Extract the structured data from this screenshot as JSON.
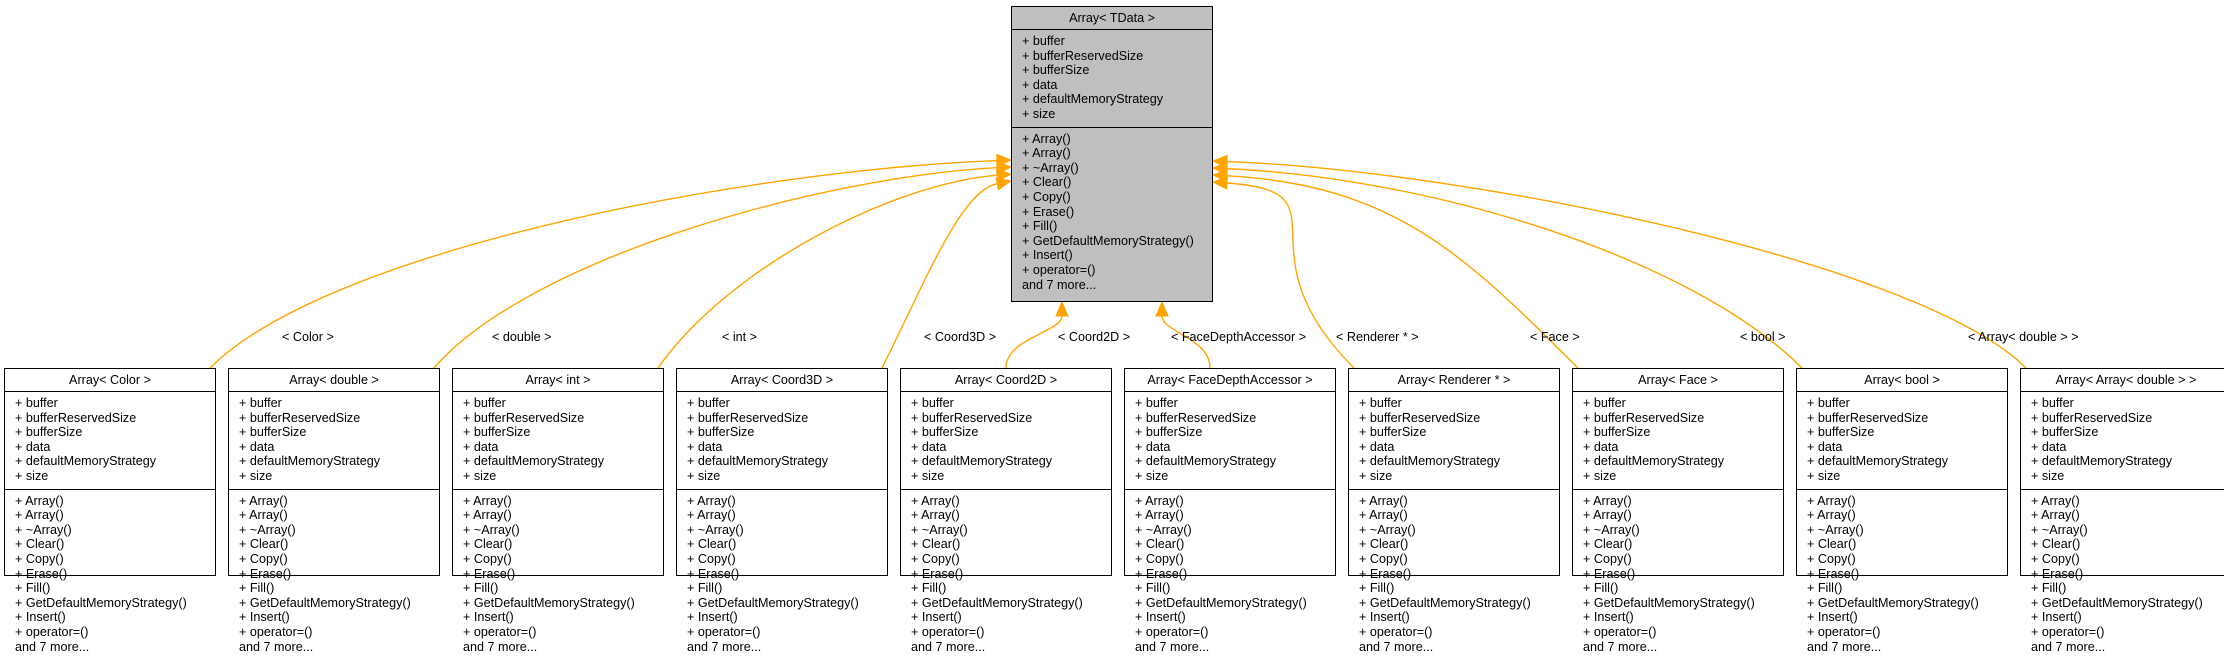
{
  "colors": {
    "edge": "#ffa500",
    "base_fill": "#bfbfbf",
    "node_fill": "#ffffff",
    "border": "#000000"
  },
  "base": {
    "title": "Array< TData >",
    "attributes": [
      "+ buffer",
      "+ bufferReservedSize",
      "+ bufferSize",
      "+ data",
      "+ defaultMemoryStrategy",
      "+ size"
    ],
    "methods": [
      "+ Array()",
      "+ Array()",
      "+ ~Array()",
      "+ Clear()",
      "+ Copy()",
      "+ Erase()",
      "+ Fill()",
      "+ GetDefaultMemoryStrategy()",
      "+ Insert()",
      "+ operator=()",
      "and 7 more..."
    ]
  },
  "derived": [
    {
      "title": "Array< Color >",
      "edge_label": "< Color >",
      "attributes": [
        "+ buffer",
        "+ bufferReservedSize",
        "+ bufferSize",
        "+ data",
        "+ defaultMemoryStrategy",
        "+ size"
      ],
      "methods": [
        "+ Array()",
        "+ Array()",
        "+ ~Array()",
        "+ Clear()",
        "+ Copy()",
        "+ Erase()",
        "+ Fill()",
        "+ GetDefaultMemoryStrategy()",
        "+ Insert()",
        "+ operator=()",
        "and 7 more..."
      ]
    },
    {
      "title": "Array< double >",
      "edge_label": "< double >",
      "attributes": [
        "+ buffer",
        "+ bufferReservedSize",
        "+ bufferSize",
        "+ data",
        "+ defaultMemoryStrategy",
        "+ size"
      ],
      "methods": [
        "+ Array()",
        "+ Array()",
        "+ ~Array()",
        "+ Clear()",
        "+ Copy()",
        "+ Erase()",
        "+ Fill()",
        "+ GetDefaultMemoryStrategy()",
        "+ Insert()",
        "+ operator=()",
        "and 7 more..."
      ]
    },
    {
      "title": "Array< int >",
      "edge_label": "< int >",
      "attributes": [
        "+ buffer",
        "+ bufferReservedSize",
        "+ bufferSize",
        "+ data",
        "+ defaultMemoryStrategy",
        "+ size"
      ],
      "methods": [
        "+ Array()",
        "+ Array()",
        "+ ~Array()",
        "+ Clear()",
        "+ Copy()",
        "+ Erase()",
        "+ Fill()",
        "+ GetDefaultMemoryStrategy()",
        "+ Insert()",
        "+ operator=()",
        "and 7 more..."
      ]
    },
    {
      "title": "Array< Coord3D >",
      "edge_label": "< Coord3D >",
      "attributes": [
        "+ buffer",
        "+ bufferReservedSize",
        "+ bufferSize",
        "+ data",
        "+ defaultMemoryStrategy",
        "+ size"
      ],
      "methods": [
        "+ Array()",
        "+ Array()",
        "+ ~Array()",
        "+ Clear()",
        "+ Copy()",
        "+ Erase()",
        "+ Fill()",
        "+ GetDefaultMemoryStrategy()",
        "+ Insert()",
        "+ operator=()",
        "and 7 more..."
      ]
    },
    {
      "title": "Array< Coord2D >",
      "edge_label": "< Coord2D >",
      "attributes": [
        "+ buffer",
        "+ bufferReservedSize",
        "+ bufferSize",
        "+ data",
        "+ defaultMemoryStrategy",
        "+ size"
      ],
      "methods": [
        "+ Array()",
        "+ Array()",
        "+ ~Array()",
        "+ Clear()",
        "+ Copy()",
        "+ Erase()",
        "+ Fill()",
        "+ GetDefaultMemoryStrategy()",
        "+ Insert()",
        "+ operator=()",
        "and 7 more..."
      ]
    },
    {
      "title": "Array< FaceDepthAccessor >",
      "edge_label": "< FaceDepthAccessor >",
      "attributes": [
        "+ buffer",
        "+ bufferReservedSize",
        "+ bufferSize",
        "+ data",
        "+ defaultMemoryStrategy",
        "+ size"
      ],
      "methods": [
        "+ Array()",
        "+ Array()",
        "+ ~Array()",
        "+ Clear()",
        "+ Copy()",
        "+ Erase()",
        "+ Fill()",
        "+ GetDefaultMemoryStrategy()",
        "+ Insert()",
        "+ operator=()",
        "and 7 more..."
      ]
    },
    {
      "title": "Array< Renderer * >",
      "edge_label": "< Renderer * >",
      "attributes": [
        "+ buffer",
        "+ bufferReservedSize",
        "+ bufferSize",
        "+ data",
        "+ defaultMemoryStrategy",
        "+ size"
      ],
      "methods": [
        "+ Array()",
        "+ Array()",
        "+ ~Array()",
        "+ Clear()",
        "+ Copy()",
        "+ Erase()",
        "+ Fill()",
        "+ GetDefaultMemoryStrategy()",
        "+ Insert()",
        "+ operator=()",
        "and 7 more..."
      ]
    },
    {
      "title": "Array< Face >",
      "edge_label": "< Face >",
      "attributes": [
        "+ buffer",
        "+ bufferReservedSize",
        "+ bufferSize",
        "+ data",
        "+ defaultMemoryStrategy",
        "+ size"
      ],
      "methods": [
        "+ Array()",
        "+ Array()",
        "+ ~Array()",
        "+ Clear()",
        "+ Copy()",
        "+ Erase()",
        "+ Fill()",
        "+ GetDefaultMemoryStrategy()",
        "+ Insert()",
        "+ operator=()",
        "and 7 more..."
      ]
    },
    {
      "title": "Array< bool >",
      "edge_label": "< bool >",
      "attributes": [
        "+ buffer",
        "+ bufferReservedSize",
        "+ bufferSize",
        "+ data",
        "+ defaultMemoryStrategy",
        "+ size"
      ],
      "methods": [
        "+ Array()",
        "+ Array()",
        "+ ~Array()",
        "+ Clear()",
        "+ Copy()",
        "+ Erase()",
        "+ Fill()",
        "+ GetDefaultMemoryStrategy()",
        "+ Insert()",
        "+ operator=()",
        "and 7 more..."
      ]
    },
    {
      "title": "Array< Array< double > >",
      "edge_label": "< Array< double > >",
      "attributes": [
        "+ buffer",
        "+ bufferReservedSize",
        "+ bufferSize",
        "+ data",
        "+ defaultMemoryStrategy",
        "+ size"
      ],
      "methods": [
        "+ Array()",
        "+ Array()",
        "+ ~Array()",
        "+ Clear()",
        "+ Copy()",
        "+ Erase()",
        "+ Fill()",
        "+ GetDefaultMemoryStrategy()",
        "+ Insert()",
        "+ operator=()",
        "and 7 more..."
      ]
    }
  ]
}
